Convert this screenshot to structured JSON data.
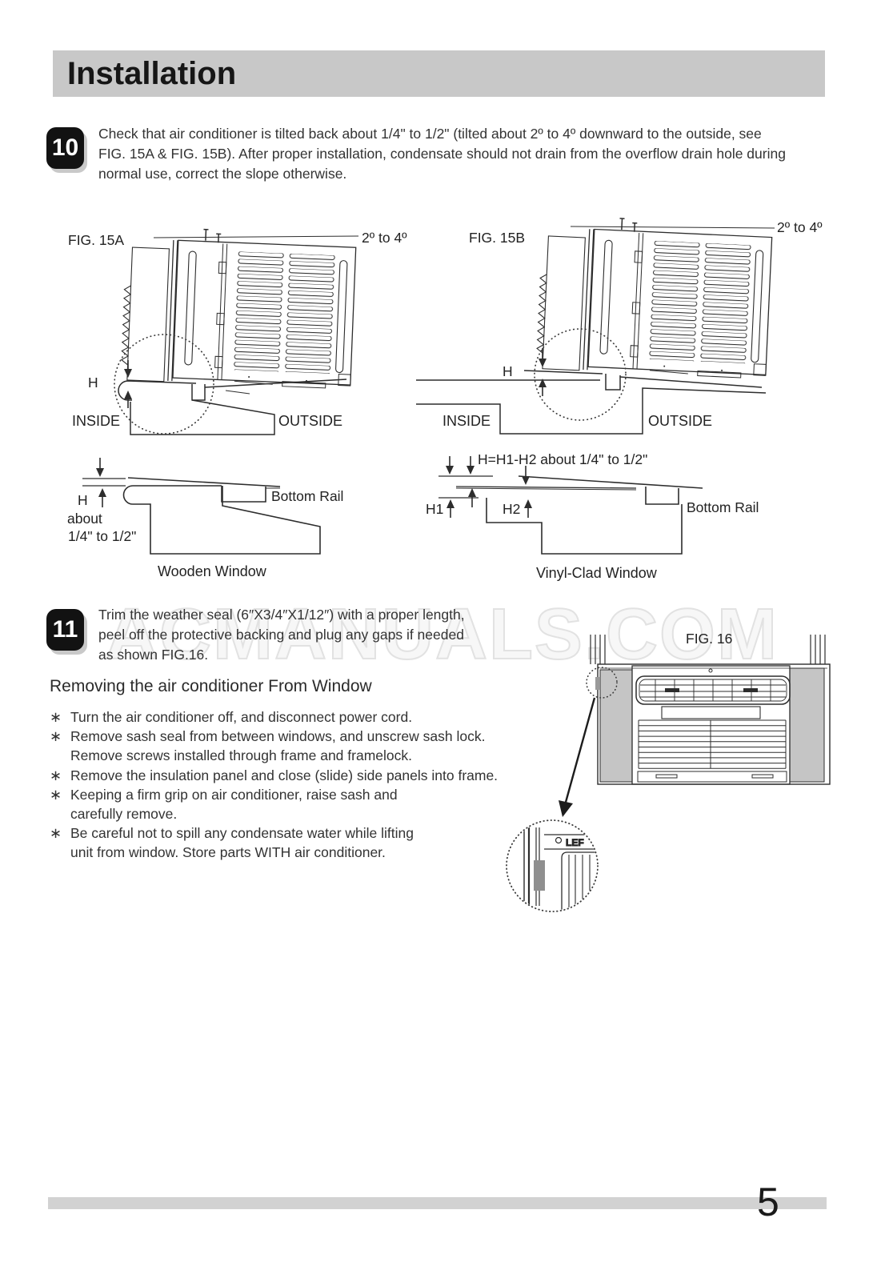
{
  "page": {
    "header_title": "Installation",
    "page_number": "5",
    "watermark": "ACMANUALS.COM"
  },
  "colors": {
    "header_bar": "#c8c8c8",
    "footer_bar": "#d2d2d2",
    "badge": "#121212",
    "panel_gray": "#c5c5c5",
    "line": "#2d2d2d"
  },
  "step10": {
    "number": "10",
    "lines": [
      "Check that air conditioner is tilted back about 1/4\" to 1/2\" (tilted about 2º to 4º downward to the outside, see",
      "FIG. 15A & FIG. 15B). After proper installation, condensate should not drain from the overflow drain hole during",
      "normal use, correct the slope otherwise."
    ]
  },
  "fig15a": {
    "label": "FIG. 15A",
    "angle_label": "2º to 4º",
    "h_label": "H",
    "inside_label": "INSIDE",
    "outside_label": "OUTSIDE"
  },
  "fig15b": {
    "label": "FIG. 15B",
    "angle_label": "2º to 4º",
    "h_label": "H",
    "inside_label": "INSIDE",
    "outside_label": "OUTSIDE"
  },
  "wooden": {
    "h_label": "H",
    "about_line1": "about",
    "about_line2": "1/4\" to 1/2\"",
    "bottom_rail_label": "Bottom Rail",
    "caption": "Wooden Window"
  },
  "vinyl": {
    "formula": "H=H1-H2  about 1/4\" to 1/2\"",
    "h1_label": "H1",
    "h2_label": "H2",
    "bottom_rail_label": "Bottom Rail",
    "caption": "Vinyl-Clad Window"
  },
  "step11": {
    "number": "11",
    "lines": [
      "Trim the weather seal (6″X3/4″X1/12″) with a proper length,",
      "peel off the protective backing and plug any gaps if needed",
      "as shown FIG.16."
    ]
  },
  "fig16": {
    "label": "FIG. 16",
    "detail_label": "LEF"
  },
  "removal": {
    "heading": "Removing the air conditioner From Window",
    "marker": "∗",
    "bullets": [
      {
        "lines": [
          "Turn the air conditioner off, and disconnect power cord."
        ]
      },
      {
        "lines": [
          "Remove sash seal from between windows, and unscrew sash lock.",
          "Remove screws installed through frame and framelock."
        ]
      },
      {
        "lines": [
          "Remove the insulation panel and close (slide) side panels into frame."
        ]
      },
      {
        "lines": [
          "Keeping a firm grip on air conditioner, raise sash and",
          "carefully remove."
        ]
      },
      {
        "lines": [
          "Be careful not to spill any condensate water while lifting",
          "unit from window. Store parts WITH air conditioner."
        ]
      }
    ]
  }
}
